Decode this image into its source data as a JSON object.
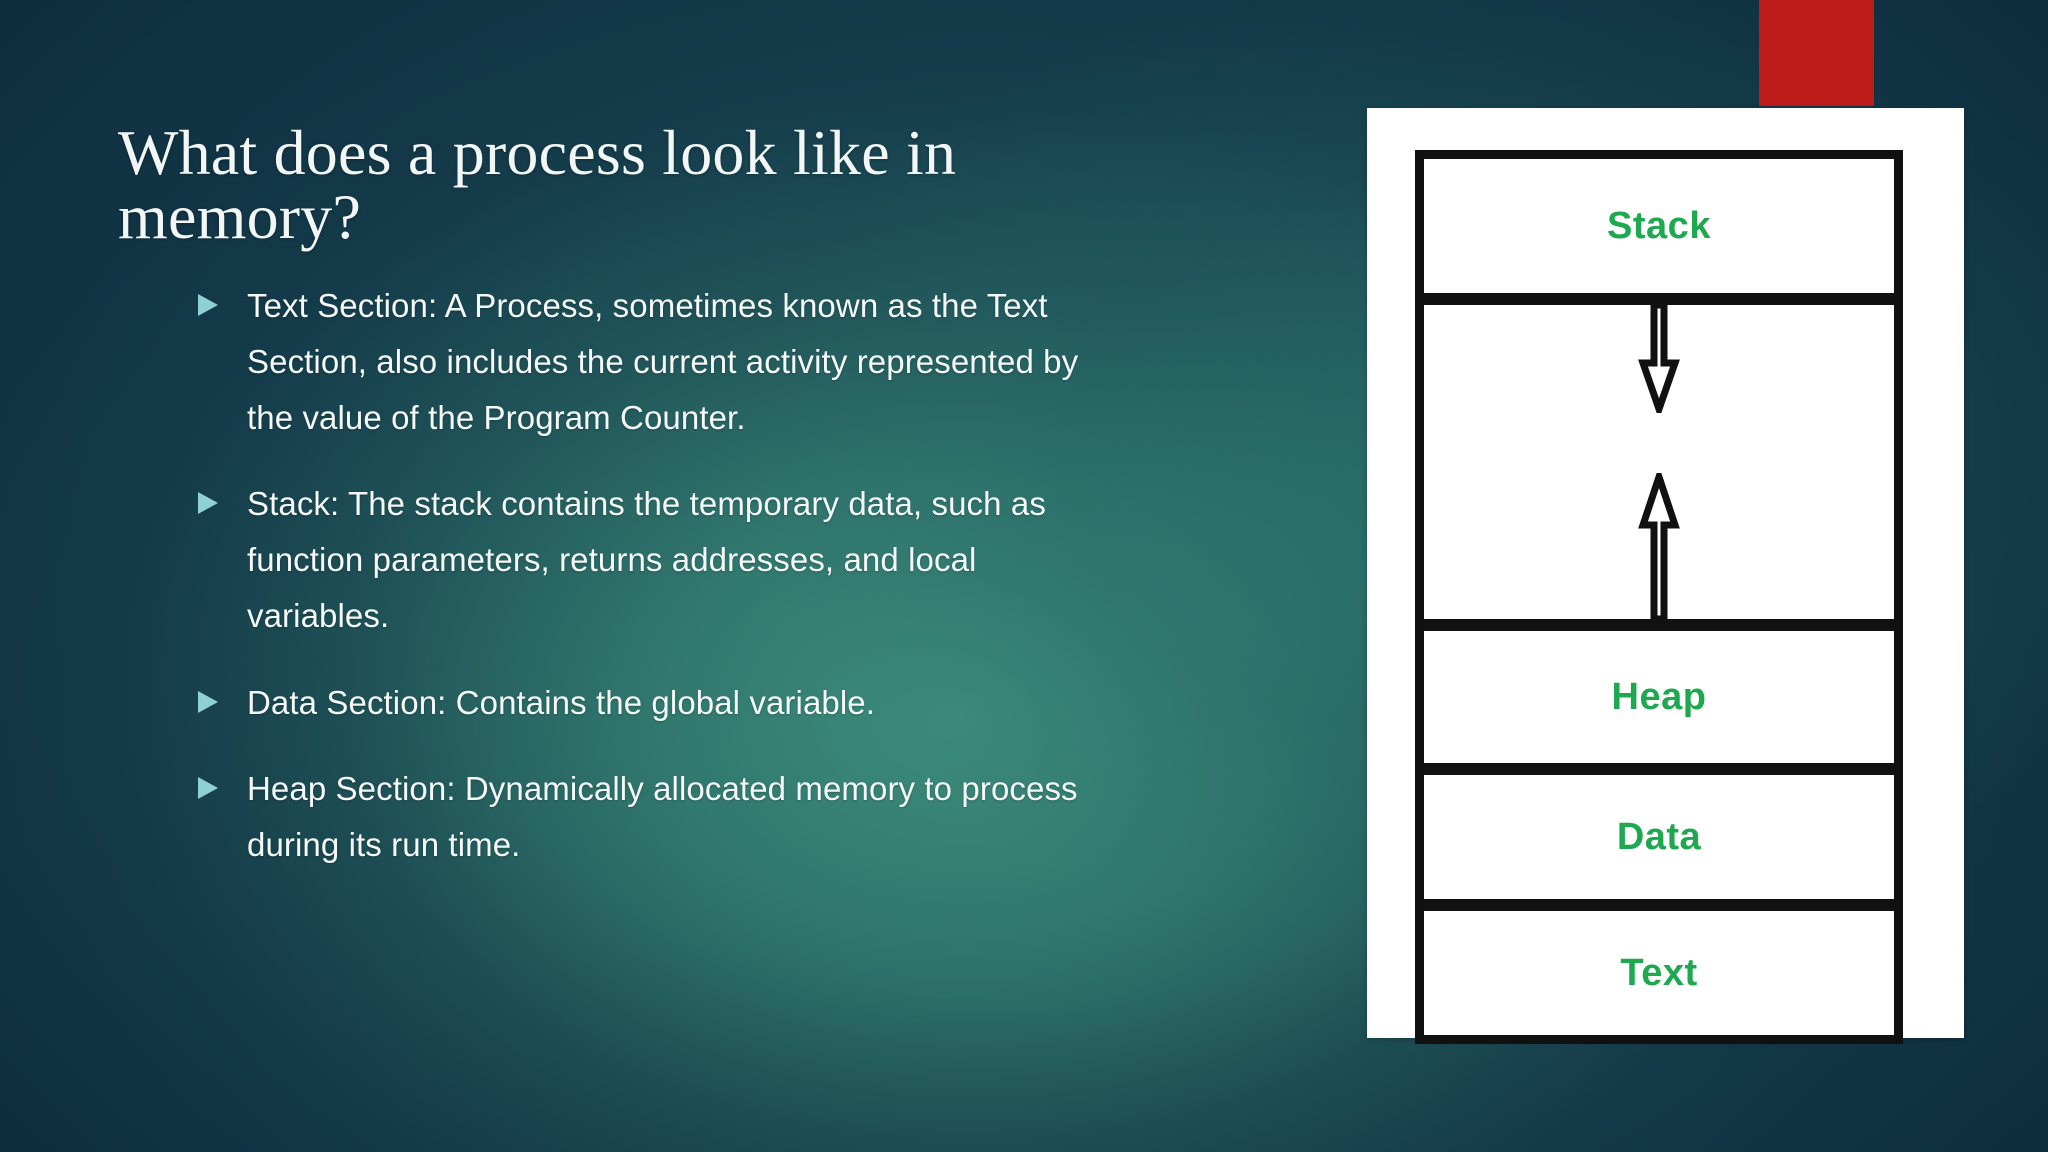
{
  "slide": {
    "title": "What does a process look like in memory?",
    "background_colors": {
      "corner_dark": "#143b4d",
      "center_teal": "#2e7468"
    },
    "accent_red": "#be1b1b"
  },
  "bullets": [
    {
      "marker": "triangle-right-icon",
      "text": "Text Section: A Process, sometimes known as the Text Section, also includes the current activity represented by the value of the Program Counter."
    },
    {
      "marker": "triangle-right-icon",
      "text": "Stack: The stack contains the temporary data, such as function parameters, returns addresses, and local variables."
    },
    {
      "marker": "triangle-right-icon",
      "text": "Data Section: Contains the global variable."
    },
    {
      "marker": "triangle-right-icon",
      "text": "Heap Section: Dynamically allocated memory to process during its run time."
    }
  ],
  "bullet_marker_color": "#8fd0d2",
  "diagram": {
    "label_color": "#1ea84f",
    "border_color": "#111111",
    "sections": [
      {
        "id": "stack",
        "label": "Stack"
      },
      {
        "id": "gap",
        "label": ""
      },
      {
        "id": "heap",
        "label": "Heap"
      },
      {
        "id": "data",
        "label": "Data"
      },
      {
        "id": "text",
        "label": "Text"
      }
    ],
    "arrows": [
      {
        "id": "grow-down-arrow",
        "direction": "down"
      },
      {
        "id": "grow-up-arrow",
        "direction": "up"
      }
    ]
  }
}
